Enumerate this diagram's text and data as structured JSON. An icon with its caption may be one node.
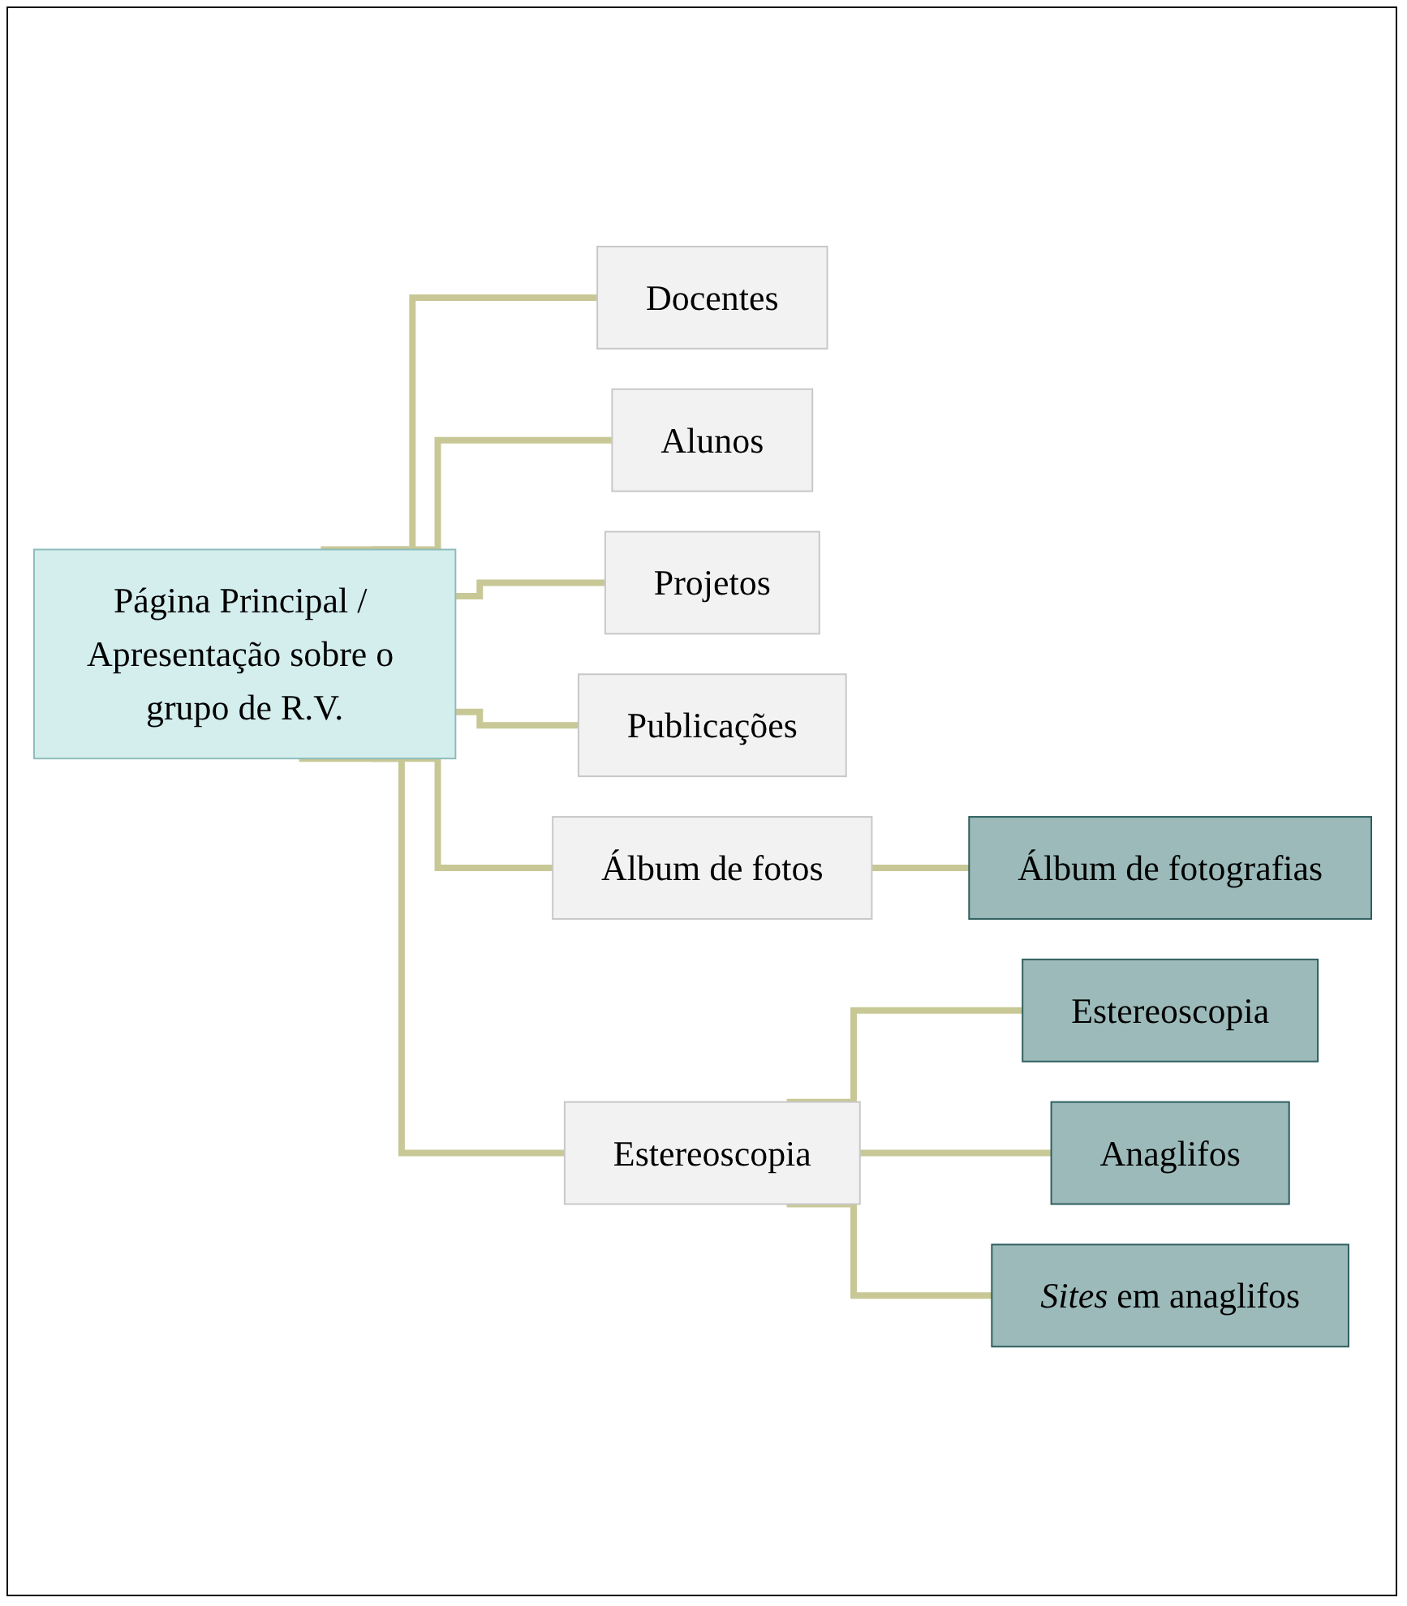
{
  "diagram": {
    "nodes": [
      {
        "text": [
          "Página Principal / Apresentação sobre o grupo de R.V."
        ]
      },
      {
        "text": [
          "Docentes"
        ]
      },
      {
        "text": [
          "Alunos"
        ]
      },
      {
        "text": [
          "Projetos"
        ]
      },
      {
        "text": [
          "Publicações"
        ]
      },
      {
        "text": [
          "Álbum de fotos"
        ]
      },
      {
        "text": [
          "Álbum de fotografias"
        ]
      },
      {
        "text": [
          "Estereoscopia"
        ]
      },
      {
        "text": [
          "Estereoscopia"
        ]
      },
      {
        "text": [
          "Anaglifos"
        ]
      },
      {
        "text": [
          "*Sites* em anaglifos"
        ]
      }
    ],
    "edges": [
      {
        "from": 0,
        "to": 1,
        "arrow": "none"
      },
      {
        "from": 0,
        "to": 2,
        "arrow": "none"
      },
      {
        "from": 0,
        "to": 3,
        "arrow": "none"
      },
      {
        "from": 0,
        "to": 4,
        "arrow": "none"
      },
      {
        "from": 0,
        "to": 5,
        "arrow": "none"
      },
      {
        "from": 5,
        "to": 6,
        "arrow": "none"
      },
      {
        "from": 0,
        "to": 7,
        "arrow": "none"
      },
      {
        "from": 7,
        "to": 8,
        "arrow": "none"
      },
      {
        "from": 7,
        "to": 9,
        "arrow": "none"
      },
      {
        "from": 7,
        "to": 10,
        "arrow": "none"
      }
    ]
  }
}
